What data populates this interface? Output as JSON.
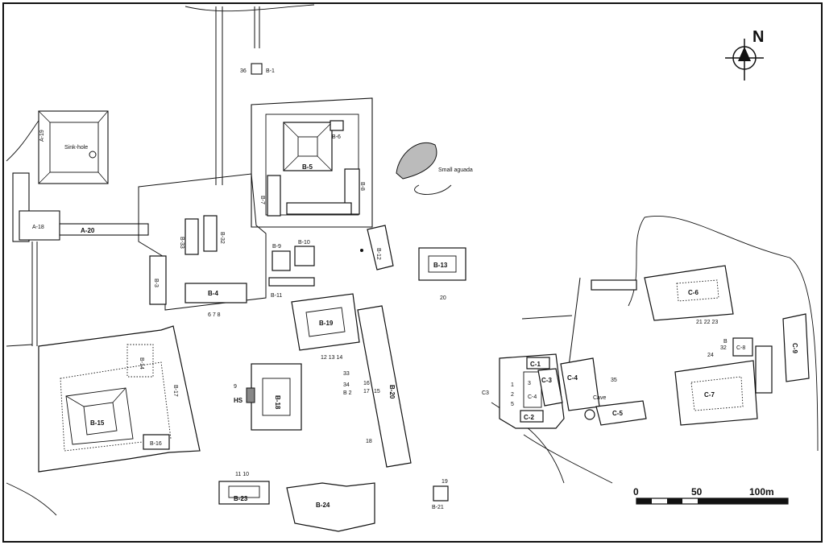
{
  "north_label": "N",
  "scale": {
    "ticks": [
      "0",
      "50",
      "100m"
    ]
  },
  "features": {
    "sinkhole": "Sink-hole",
    "aguada": "Small aguada",
    "cave": "Cave",
    "hs": "HS"
  },
  "structures": {
    "A19": "A-19",
    "A18": "A-18",
    "A20": "A-20",
    "B1": "B-1",
    "B3": "B-3",
    "B4": "B-4",
    "B5": "B-5",
    "B6": "B-6",
    "B7": "B-7",
    "B8": "B-8",
    "B9": "B-9",
    "B10": "B-10",
    "B11": "B-11",
    "B12": "B-12",
    "B13": "B-13",
    "B14": "B-14",
    "B15": "B-15",
    "B16": "B-16",
    "B17": "B-17",
    "B18": "B-18",
    "B19": "B-19",
    "B20": "B-20",
    "B21": "B-21",
    "B23": "B-23",
    "B24": "B-24",
    "B32": "B-32",
    "B33": "B-33",
    "C1": "C-1",
    "C2": "C-2",
    "C3": "C-3",
    "C4": "C-4",
    "C5": "C-5",
    "C6": "C-6",
    "C7": "C-7",
    "C8": "C-8",
    "C9": "C-9"
  },
  "monuments": {
    "m36": "36",
    "m678": "6 7 8",
    "m20": "20",
    "m212223": "21 22 23",
    "m24": "24",
    "m32": "32",
    "mB": "B",
    "m121314": "12 13 14",
    "m33": "33",
    "m34": "34",
    "mB2": "B 2",
    "m16": "16",
    "m17": "17",
    "m15": "15",
    "m9": "9",
    "m18": "18",
    "m1110": "11 10",
    "m19": "19",
    "m35": "35",
    "mC3": "C3",
    "m3": "3",
    "m2": "2",
    "m1": "1",
    "m5": "5"
  }
}
